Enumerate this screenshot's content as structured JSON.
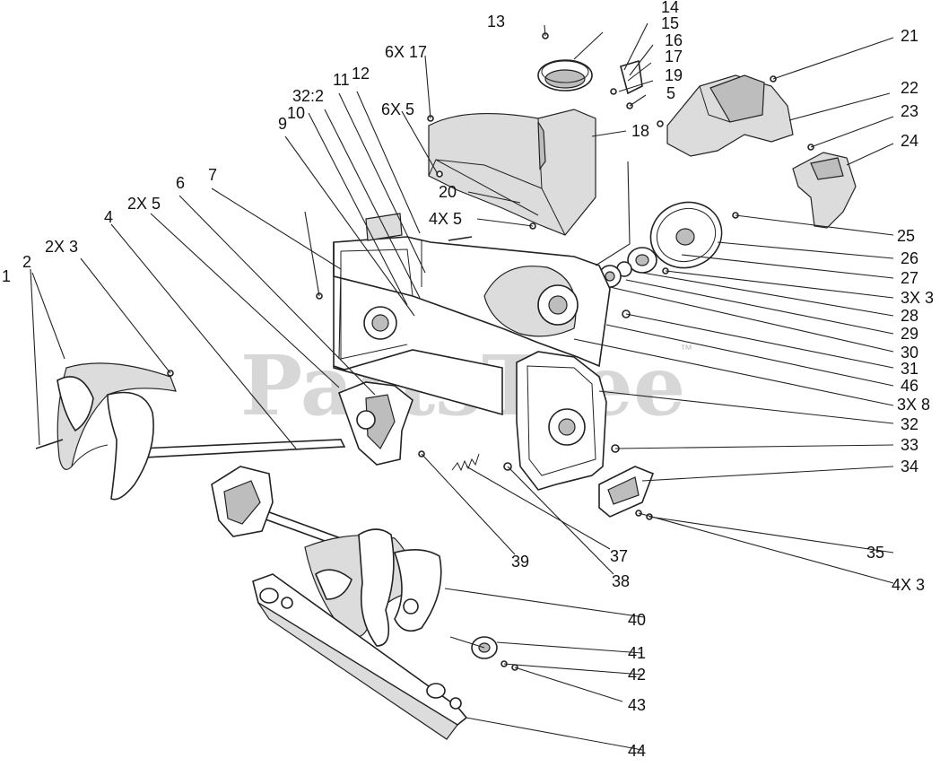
{
  "watermark": {
    "text": "PartsTree",
    "trademark": "™"
  },
  "callouts": [
    {
      "id": "c1",
      "text": "1"
    },
    {
      "id": "c2",
      "text": "2"
    },
    {
      "id": "c2x3",
      "text": "2X 3"
    },
    {
      "id": "c4",
      "text": "4"
    },
    {
      "id": "c2x5",
      "text": "2X 5"
    },
    {
      "id": "c6",
      "text": "6"
    },
    {
      "id": "c7",
      "text": "7"
    },
    {
      "id": "c9",
      "text": "9"
    },
    {
      "id": "c10",
      "text": "10"
    },
    {
      "id": "c32_2",
      "text": "32:2"
    },
    {
      "id": "c11",
      "text": "11"
    },
    {
      "id": "c12",
      "text": "12"
    },
    {
      "id": "c6x17",
      "text": "6X 17"
    },
    {
      "id": "c6x5",
      "text": "6X 5"
    },
    {
      "id": "c13",
      "text": "13"
    },
    {
      "id": "c14",
      "text": "14"
    },
    {
      "id": "c15",
      "text": "15"
    },
    {
      "id": "c16",
      "text": "16"
    },
    {
      "id": "c17",
      "text": "17"
    },
    {
      "id": "c19",
      "text": "19"
    },
    {
      "id": "c5",
      "text": "5"
    },
    {
      "id": "c18",
      "text": "18"
    },
    {
      "id": "c20",
      "text": "20"
    },
    {
      "id": "c4x5",
      "text": "4X 5"
    },
    {
      "id": "c21",
      "text": "21"
    },
    {
      "id": "c22",
      "text": "22"
    },
    {
      "id": "c23",
      "text": "23"
    },
    {
      "id": "c24",
      "text": "24"
    },
    {
      "id": "c25",
      "text": "25"
    },
    {
      "id": "c26",
      "text": "26"
    },
    {
      "id": "c27",
      "text": "27"
    },
    {
      "id": "c3x3",
      "text": "3X 3"
    },
    {
      "id": "c28",
      "text": "28"
    },
    {
      "id": "c29",
      "text": "29"
    },
    {
      "id": "c30",
      "text": "30"
    },
    {
      "id": "c31",
      "text": "31"
    },
    {
      "id": "c46",
      "text": "46"
    },
    {
      "id": "c3x8",
      "text": "3X 8"
    },
    {
      "id": "c32",
      "text": "32"
    },
    {
      "id": "c33",
      "text": "33"
    },
    {
      "id": "c34",
      "text": "34"
    },
    {
      "id": "c35",
      "text": "35"
    },
    {
      "id": "c4x3",
      "text": "4X 3"
    },
    {
      "id": "c39",
      "text": "39"
    },
    {
      "id": "c37",
      "text": "37"
    },
    {
      "id": "c38",
      "text": "38"
    },
    {
      "id": "c40",
      "text": "40"
    },
    {
      "id": "c41",
      "text": "41"
    },
    {
      "id": "c42",
      "text": "42"
    },
    {
      "id": "c43",
      "text": "43"
    },
    {
      "id": "c44",
      "text": "44"
    }
  ]
}
